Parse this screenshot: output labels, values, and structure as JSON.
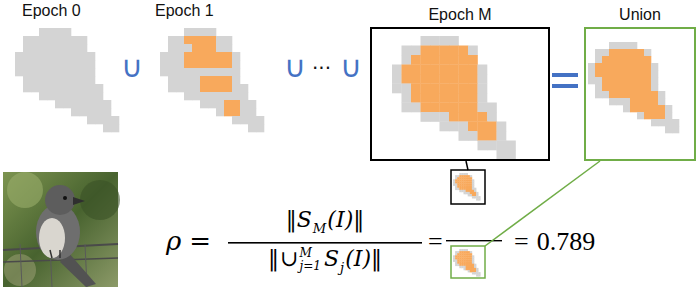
{
  "diagram": {
    "nodes": [
      {
        "text": [
          "Epoch M"
        ]
      },
      {
        "text": [
          "Union"
        ]
      }
    ],
    "labels": [
      "Epoch 0",
      "Epoch 1",
      "∪",
      "∪",
      "···",
      "∪",
      "ρ",
      "=",
      "‖S",
      "M",
      "(I)‖",
      "‖",
      "∪",
      "M",
      "j=1",
      "S",
      "j",
      "(I)‖",
      "=",
      "=",
      "0.789"
    ]
  }
}
